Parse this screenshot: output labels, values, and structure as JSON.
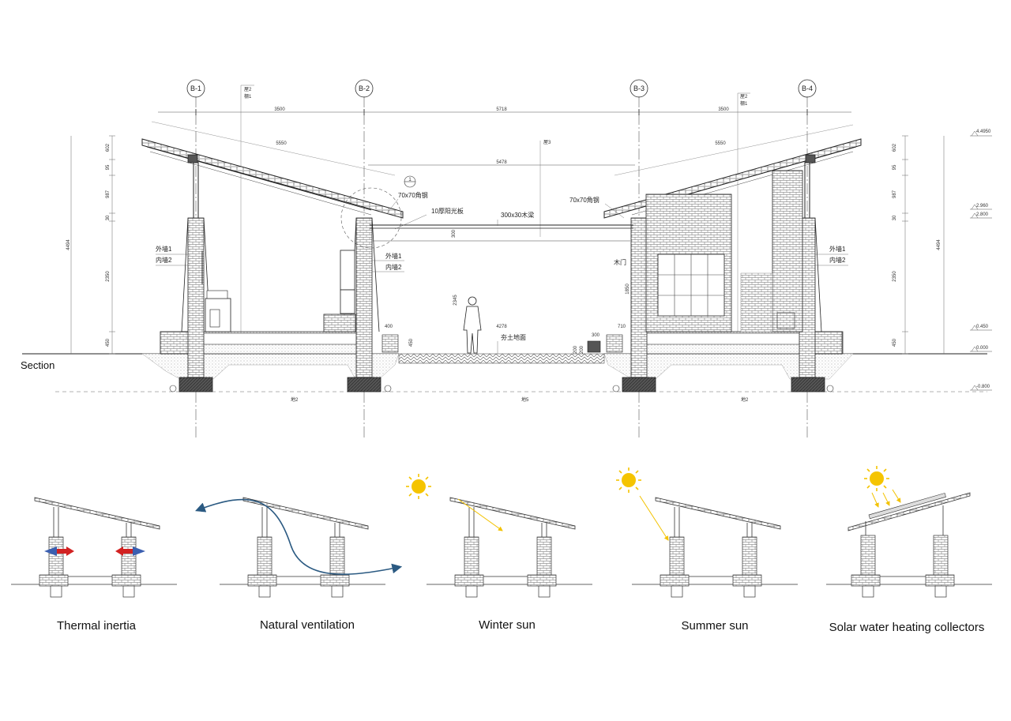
{
  "section_label": "Section",
  "axes": [
    "B-1",
    "B-2",
    "B-3",
    "B-4"
  ],
  "annotations": {
    "angle_left": "70x70角钢",
    "angle_right": "70x70角钢",
    "polycarbonate": "10厚阳光板",
    "beam": "300x30木梁",
    "wall_out_left": "外墙1",
    "wall_in_left": "内墙2",
    "wall_out_mid": "外墙1",
    "wall_in_mid": "内墙2",
    "wall_out_right": "外墙1",
    "wall_in_right": "内墙2",
    "wood_door": "木门",
    "rammed_floor": "夯土地面",
    "roof_tag_left_1": "屋2",
    "roof_tag_left_2": "棚1",
    "roof_tag_right_1": "屋2",
    "roof_tag_right_2": "棚1",
    "roof_tag_mid": "屋3",
    "ground_left": "地2",
    "ground_mid": "地5",
    "ground_right": "地2",
    "detail_mark": "1"
  },
  "dimensions": {
    "span_left": "3500",
    "span_mid": "5718",
    "span_right": "3500",
    "slope_left": "5550",
    "slope_right": "5550",
    "inner_span": "5478",
    "floor_span": "4278",
    "off_left": "400",
    "off_right": "710",
    "off_right2": "300",
    "h_total_left": "4494",
    "h_total_right": "4494",
    "left_stack": [
      "602",
      "95",
      "987",
      "30",
      "2350",
      "450"
    ],
    "right_stack": [
      "602",
      "95",
      "987",
      "30",
      "2350",
      "450"
    ],
    "h_mid": "2345",
    "h_beam": "300",
    "h_door": "1850",
    "h_step": "450",
    "step_a": "200",
    "step_b": "200"
  },
  "levels": [
    "4.4950",
    "2.960",
    "2.800",
    "0.450",
    "0.000",
    "-0.800"
  ],
  "captions": [
    "Thermal inertia",
    "Natural ventilation",
    "Winter sun",
    "Summer sun",
    "Solar water heating collectors"
  ],
  "colors": {
    "line": "#2a2a2a",
    "sun": "#f5c400",
    "sun_ray": "#f3c200",
    "wind": "#2b5a82",
    "heat_red": "#d22222",
    "heat_blue": "#3b5fb0"
  }
}
